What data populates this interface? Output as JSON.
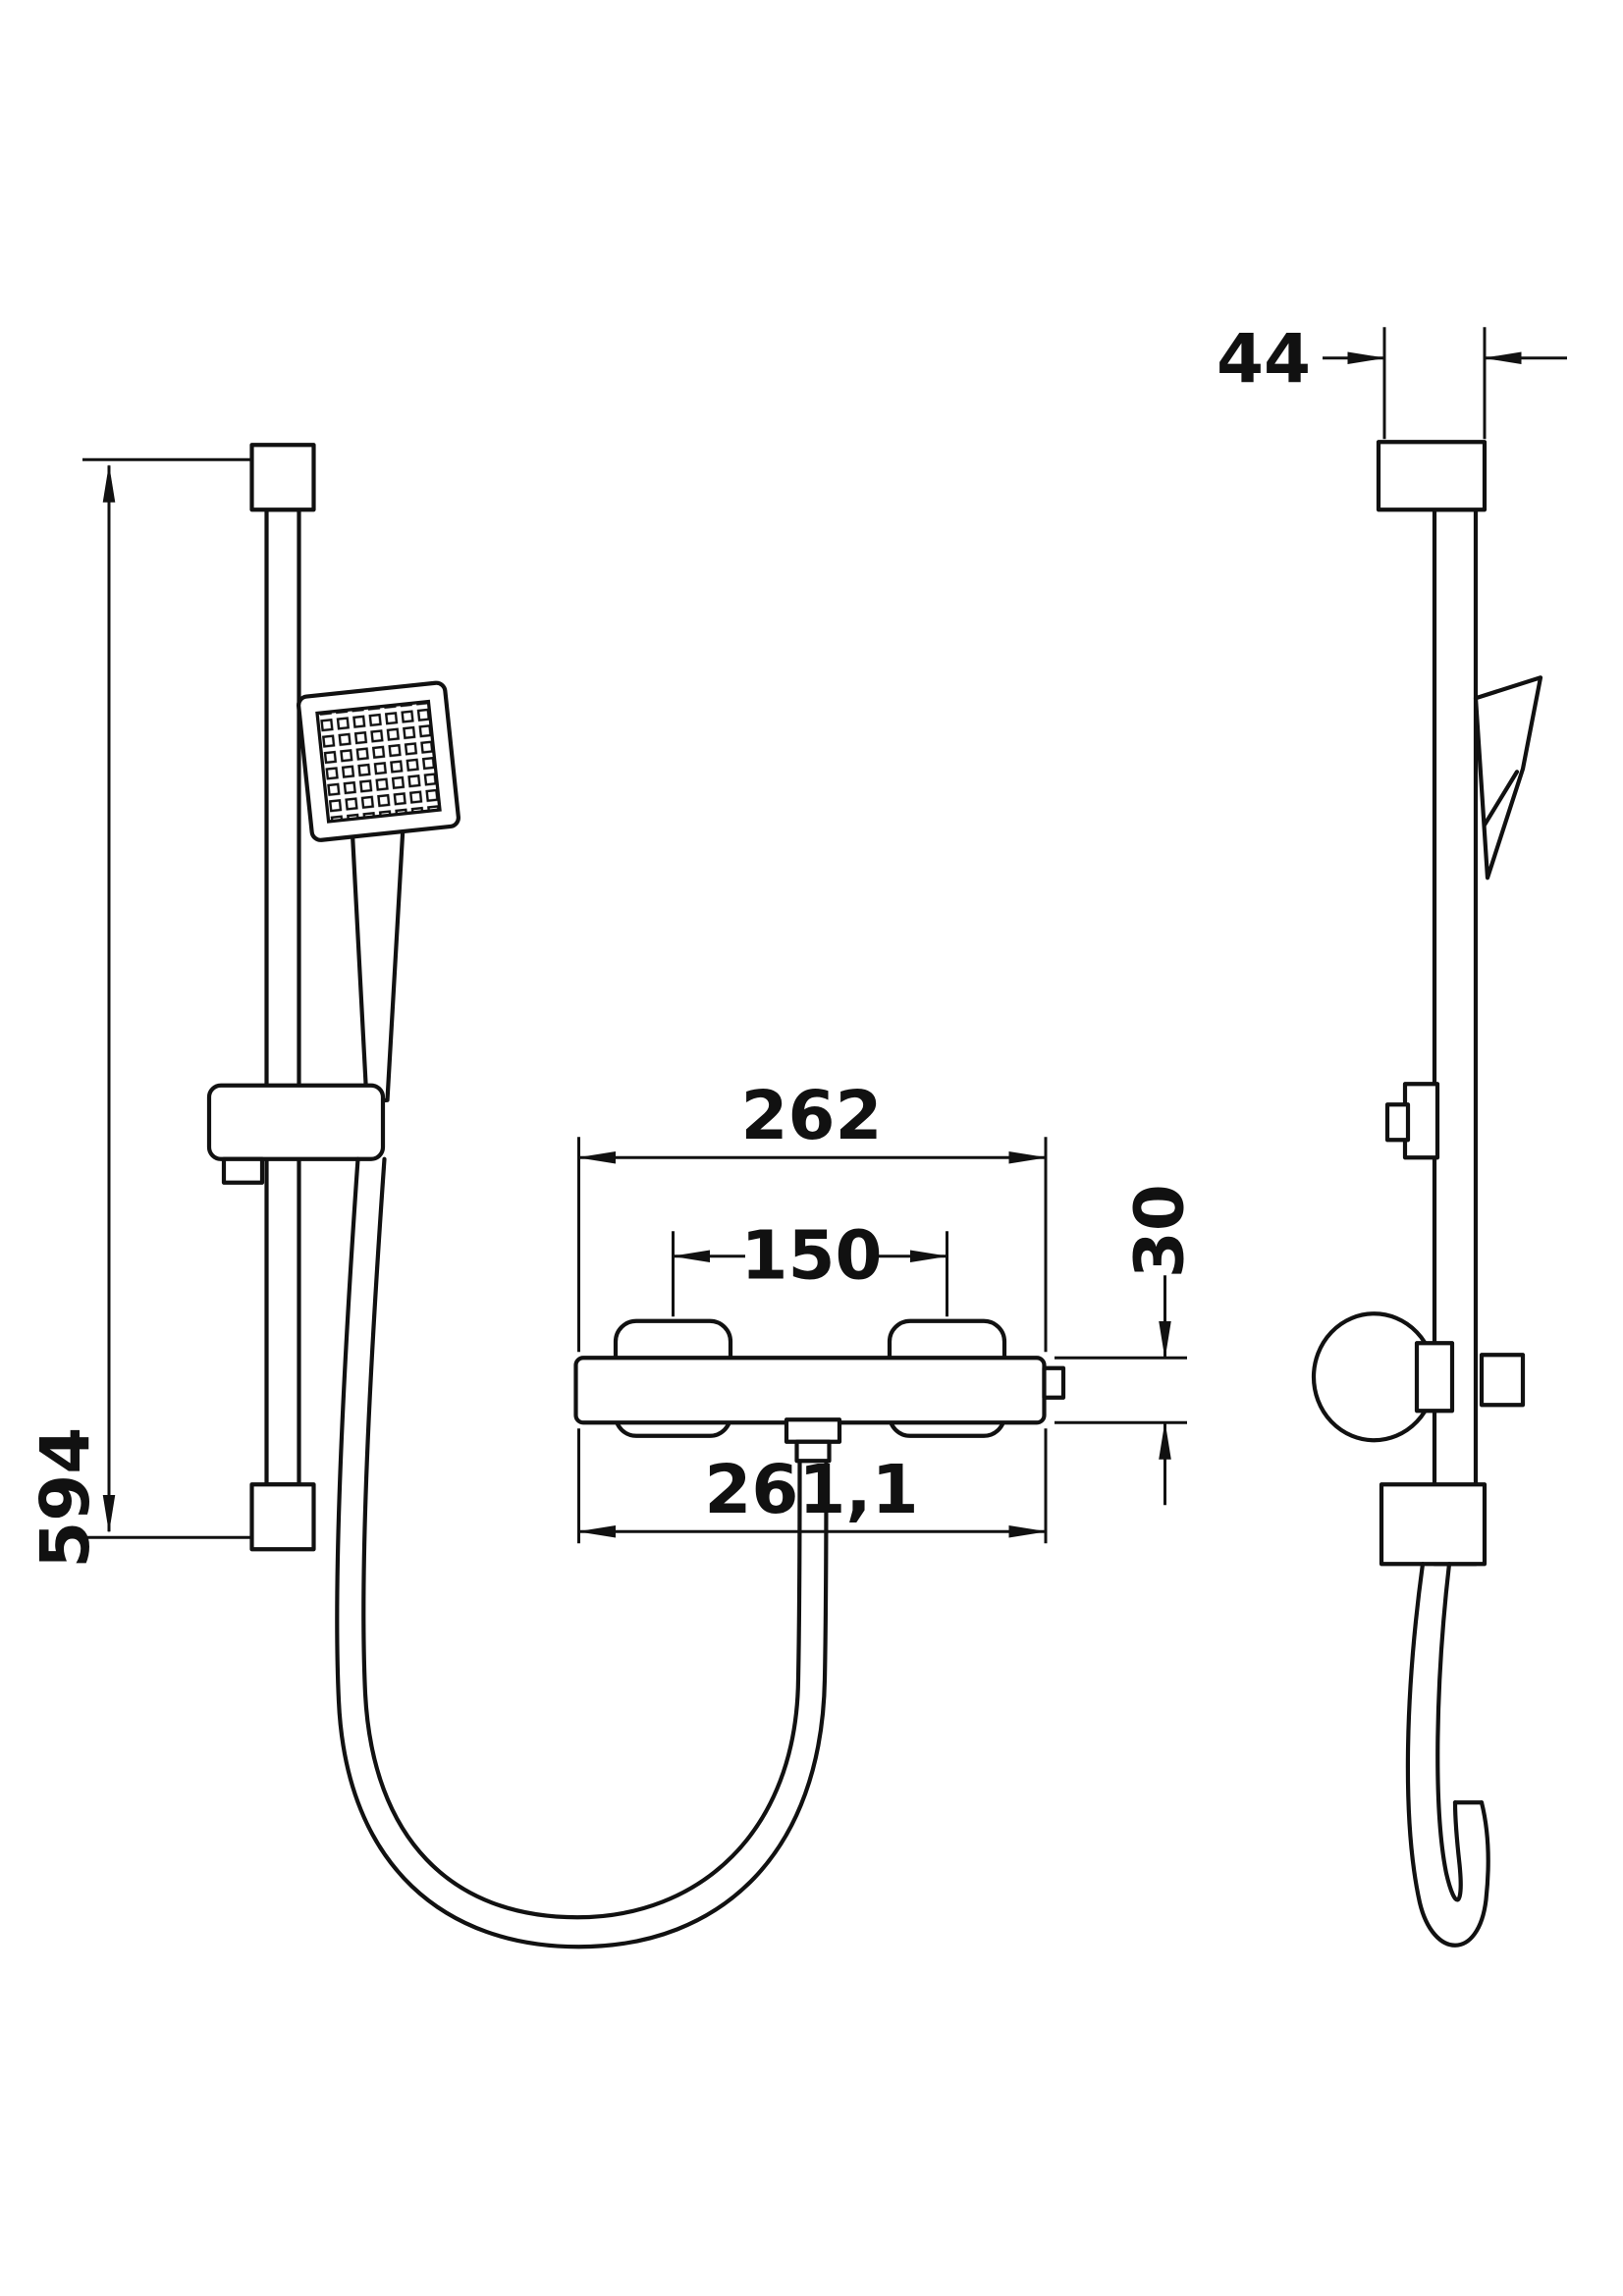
{
  "colors": {
    "line": "#111111",
    "background": "#ffffff"
  },
  "dimensions": {
    "front_rail_height": "594",
    "front_valve_width": "262",
    "front_inlet_spacing": "150",
    "front_valve_height": "30",
    "front_valve_width_lower": "261,1",
    "side_rail_depth": "44"
  }
}
